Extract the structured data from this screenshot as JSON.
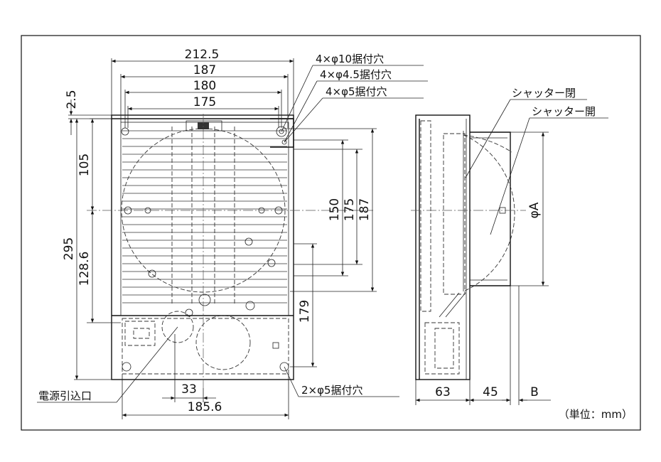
{
  "dims": {
    "w_212_5": "212.5",
    "w_187": "187",
    "w_180": "180",
    "w_175": "175",
    "v_2_5": "2.5",
    "v_105": "105",
    "v_295": "295",
    "v_128_6": "128.6",
    "v_150": "150",
    "v_175": "175",
    "v_187": "187",
    "v_179": "179",
    "h_33": "33",
    "h_185_6": "185.6",
    "s_63": "63",
    "s_45": "45",
    "s_B": "B",
    "s_phiA": "φA"
  },
  "callouts": {
    "holes_10": "4×φ10据付穴",
    "holes_4_5": "4×φ4.5据付穴",
    "holes_5": "4×φ5据付穴",
    "holes_2x5": "2×φ5据付穴",
    "shutter_closed": "シャッター閉",
    "shutter_open": "シャッター開",
    "power_inlet": "電源引込口"
  },
  "unit_note": "（単位：mm）"
}
